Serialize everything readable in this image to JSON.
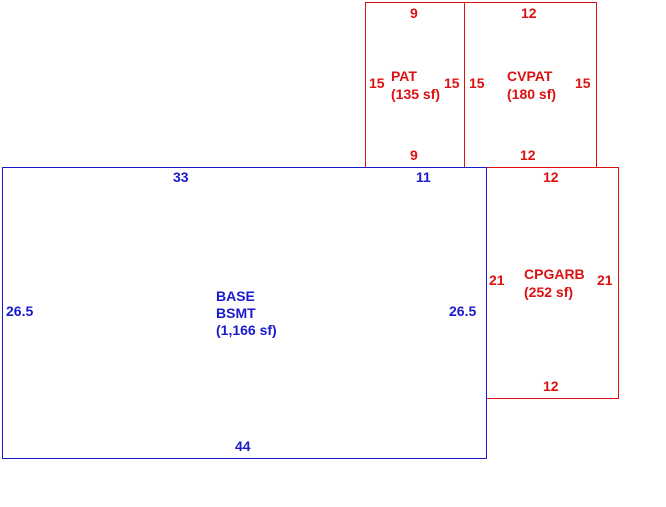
{
  "areas": {
    "pat": {
      "name": "PAT",
      "area": "(135 sf)",
      "dims": {
        "top": "9",
        "bottom": "9",
        "left": "15",
        "right": "15"
      },
      "color": "#dd1111"
    },
    "cvpat": {
      "name": "CVPAT",
      "area": "(180 sf)",
      "dims": {
        "top": "12",
        "bottom": "12",
        "left": "15",
        "right": "15"
      },
      "color": "#dd1111"
    },
    "base": {
      "name": "BASE",
      "name2": "BSMT",
      "area": "(1,166 sf)",
      "dims": {
        "top_left": "33",
        "top_right": "11",
        "bottom": "44",
        "left": "26.5",
        "right": "26.5"
      },
      "color": "#1a1acc"
    },
    "cpgarb": {
      "name": "CPGARB",
      "area": "(252 sf)",
      "dims": {
        "top": "12",
        "bottom": "12",
        "left": "21",
        "right": "21"
      },
      "color": "#dd1111"
    }
  }
}
